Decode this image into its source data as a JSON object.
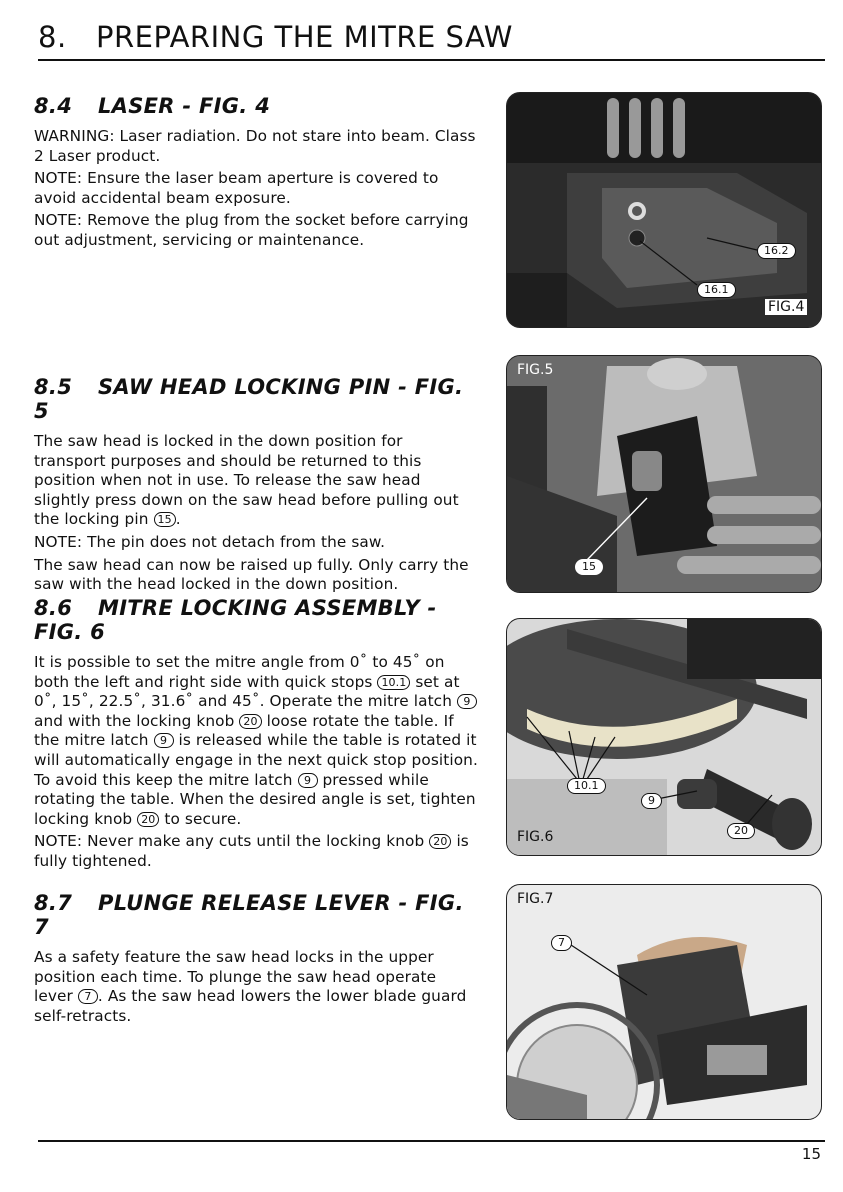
{
  "header": {
    "number": "8.",
    "title": "PREPARING THE MITRE SAW"
  },
  "sections": [
    {
      "number": "8.4",
      "title": "LASER - FIG. 4",
      "paragraphs": [
        "WARNING: Laser radiation. Do not stare into beam. Class 2 Laser product.",
        "NOTE: Ensure the laser beam aperture is covered to avoid accidental beam exposure.",
        "NOTE: Remove the plug from the socket before carrying out adjustment, servicing or maintenance."
      ]
    },
    {
      "number": "8.5",
      "title": "SAW HEAD LOCKING PIN - FIG. 5",
      "p1_before": "The saw head is locked in the down position for transport purposes and should be returned to this position when not in use. To release the saw head slightly press down on the saw head before pulling out the locking pin",
      "p1_ref": "15",
      "p1_after": ".",
      "p2": "NOTE: The pin does not detach from the saw.",
      "p3": "The saw head can now be raised up fully. Only carry the saw with the head locked in the down position."
    },
    {
      "number": "8.6",
      "title": "MITRE LOCKING ASSEMBLY - FIG. 6",
      "p1_a": "It is possible to set the mitre angle from 0˚ to 45˚ on both the left and right side with quick stops",
      "ref_a": "10.1",
      "p1_b": "set at 0˚, 15˚, 22.5˚, 31.6˚ and 45˚. Operate the mitre latch",
      "ref_b": "9",
      "p1_c": "and with the locking knob",
      "ref_c": "20",
      "p1_d": "loose rotate the table. If the mitre latch",
      "ref_d": "9",
      "p1_e": "is released while the table is rotated it will automatically engage in the next quick stop position. To avoid this keep the mitre latch",
      "ref_e": "9",
      "p1_f": "pressed while rotating the table. When the desired angle is set, tighten locking knob",
      "ref_f": "20",
      "p1_g": "to secure.",
      "p2_a": "NOTE: Never make any cuts until the locking knob",
      "ref_g": "20",
      "p2_b": "is fully tightened."
    },
    {
      "number": "8.7",
      "title": "PLUNGE RELEASE LEVER - FIG. 7",
      "p1_a": "As a safety feature the saw head locks in the upper position each time. To plunge the saw head operate lever",
      "ref_a": "7",
      "p1_b": ". As the saw head lowers the lower blade guard self-retracts."
    }
  ],
  "figures": {
    "fig4": {
      "label": "FIG.4",
      "callout_1": "16.2",
      "callout_2": "16.1"
    },
    "fig5": {
      "label": "FIG.5",
      "callout_1": "15"
    },
    "fig6": {
      "label": "FIG.6",
      "callout_1": "10.1",
      "callout_2": "9",
      "callout_3": "20"
    },
    "fig7": {
      "label": "FIG.7",
      "callout_1": "7"
    }
  },
  "footer": {
    "page_number": "15"
  }
}
